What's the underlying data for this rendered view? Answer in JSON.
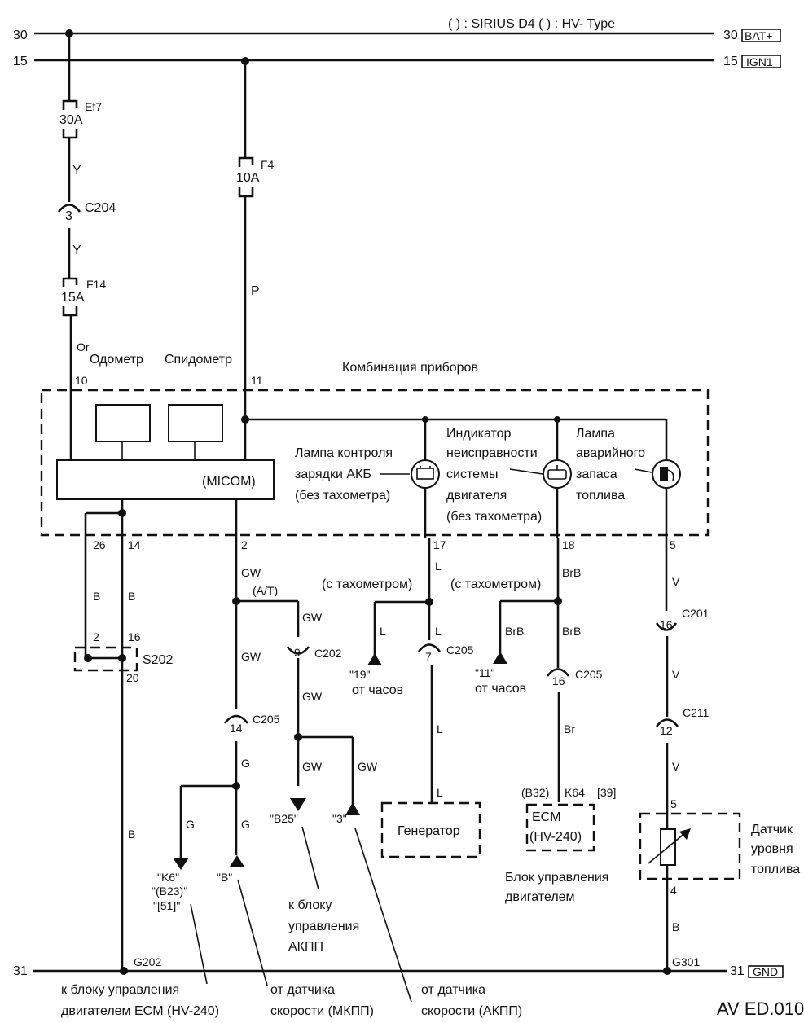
{
  "legend": "(  ) : SIRIUS D4   (  ) : HV- Type",
  "rails": {
    "r30_left": "30",
    "r30_right": "30",
    "r30_tag": "BAT+",
    "r15_left": "15",
    "r15_right": "15",
    "r15_tag": "IGN1",
    "r31_left": "31",
    "r31_right": "31",
    "r31_tag": "GND"
  },
  "fuses": {
    "ef7": {
      "name": "Ef7",
      "rating": "30A"
    },
    "f4": {
      "name": "F4",
      "rating": "10A"
    },
    "f14": {
      "name": "F14",
      "rating": "15A"
    }
  },
  "wires": {
    "y1": "Y",
    "y2": "Y",
    "or": "Or",
    "p": "P",
    "b26": "B",
    "b14": "B",
    "b_ground": "B",
    "gw1": "GW",
    "gw2": "GW",
    "gw3": "GW",
    "gw4": "GW",
    "gw5": "GW",
    "gw6": "GW",
    "at": "(A/T)",
    "g1": "G",
    "g2": "G",
    "g3": "G",
    "l1": "L",
    "l2": "L",
    "l3": "L",
    "l4": "L",
    "l5": "L",
    "brb1": "BrB",
    "brb2": "BrB",
    "brb3": "BrB",
    "br": "Br",
    "v1": "V",
    "v2": "V",
    "v3": "V",
    "b_fuel": "B"
  },
  "connectors": {
    "c204": {
      "name": "C204",
      "pin": "3"
    },
    "c202": {
      "name": "C202",
      "pin": "9"
    },
    "c205_a": {
      "name": "C205",
      "pin": "14"
    },
    "c205_b": {
      "name": "C205",
      "pin": "7"
    },
    "c205_c": {
      "name": "C205",
      "pin": "16"
    },
    "c201": {
      "name": "C201",
      "pin": "16"
    },
    "c211": {
      "name": "C211",
      "pin": "12"
    }
  },
  "pins": {
    "p10": "10",
    "p11": "11",
    "p26": "26",
    "p14": "14",
    "p2": "2",
    "p17": "17",
    "p18": "18",
    "p5": "5",
    "s202_2": "2",
    "s202_16": "16",
    "s202_20": "20",
    "sensor_5": "5",
    "sensor_4": "4"
  },
  "cluster": {
    "title": "Комбинация приборов",
    "odometer": "Одометр",
    "speedometer": "Спидометр",
    "micom": "(MICOM)",
    "charge_lamp": [
      "Лампа контроля",
      "зарядки АКБ",
      "(без тахометра)"
    ],
    "engine_indicator": [
      "Индикатор",
      "неисправности",
      "системы",
      "двигателя",
      "(без тахометра)"
    ],
    "fuel_lamp": [
      "Лампа",
      "аварийного",
      "запаса",
      "топлива"
    ]
  },
  "splice": "S202",
  "tacho": {
    "left_label": "(с тахометром)",
    "right_label": "(с тахометром)",
    "left_pin": "\"19\"",
    "left_from": "от часов",
    "right_pin": "\"11\"",
    "right_from": "от часов"
  },
  "bottom_terminals": {
    "k6": "\"K6\"",
    "b23": "\"(B23)\"",
    "b51": "\"[51]\"",
    "b": "\"B\"",
    "b25": "\"B25\"",
    "t3": "\"3\""
  },
  "generator": "Генератор",
  "ecm": {
    "pin_b32": "(B32)",
    "pin_k64": "K64",
    "pin_39": "[39]",
    "line1": "ECM",
    "line2": "(HV-240)",
    "caption": [
      "Блок управления",
      "двигателем"
    ]
  },
  "fuel_sensor": [
    "Датчик",
    "уровня",
    "топлива"
  ],
  "grounds": {
    "g202": "G202",
    "g301": "G301"
  },
  "annotations": {
    "to_tcm": [
      "к блоку",
      "управления",
      "АКПП"
    ],
    "to_ecm": [
      "к блоку управления",
      "двигателем ECM (HV-240)"
    ],
    "speed_mt": [
      "от датчика",
      "скорости (МКПП)"
    ],
    "speed_at": [
      "от датчика",
      "скорости (АКПП)"
    ]
  },
  "diagram_id": "AV ED.010"
}
